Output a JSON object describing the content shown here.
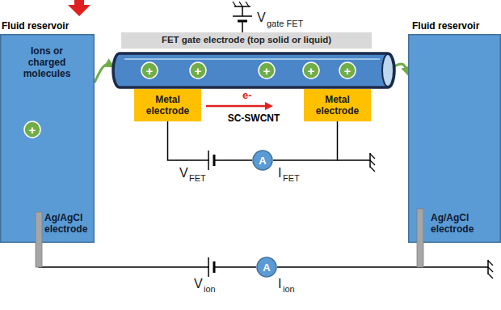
{
  "diagram": {
    "nodes": [
      {
        "text": [
          "Fluid reservoir",
          "Ions or charged molecules",
          "Ag/AgCl electrode"
        ]
      },
      {
        "text": [
          "+"
        ],
        "in": 0
      },
      {
        "text": [
          "FET gate electrode (top solid or liquid)"
        ]
      },
      {
        "text": [
          "SC-SWCNT"
        ]
      },
      {
        "text": [
          "+"
        ],
        "in": 3
      },
      {
        "text": [
          "+"
        ],
        "in": 3
      },
      {
        "text": [
          "+"
        ],
        "in": 3
      },
      {
        "text": [
          "+"
        ],
        "in": 3
      },
      {
        "text": [
          "+"
        ],
        "in": 3
      },
      {
        "text": [
          "Fluid reservoir",
          "Ag/AgCl electrode"
        ]
      },
      {
        "text": [
          "Metal electrode"
        ]
      },
      {
        "text": [
          "Metal electrode"
        ]
      },
      {
        "text": [
          "A"
        ]
      },
      {
        "text": [
          "A"
        ]
      }
    ],
    "edges": [
      {
        "from": 0,
        "to": 3,
        "arrow": "to"
      },
      {
        "from": 3,
        "to": 9,
        "arrow": "to"
      },
      {
        "from": 10,
        "to": 12,
        "arrow": "none"
      },
      {
        "from": 12,
        "to": 11,
        "arrow": "none"
      },
      {
        "from": 0,
        "to": 13,
        "arrow": "none"
      },
      {
        "from": 13,
        "to": 9,
        "arrow": "none"
      }
    ],
    "labels": [
      "V",
      "gate FET",
      "e-",
      "V",
      "FET",
      "I",
      "FET",
      "V",
      "ion",
      "I",
      "ion"
    ]
  }
}
